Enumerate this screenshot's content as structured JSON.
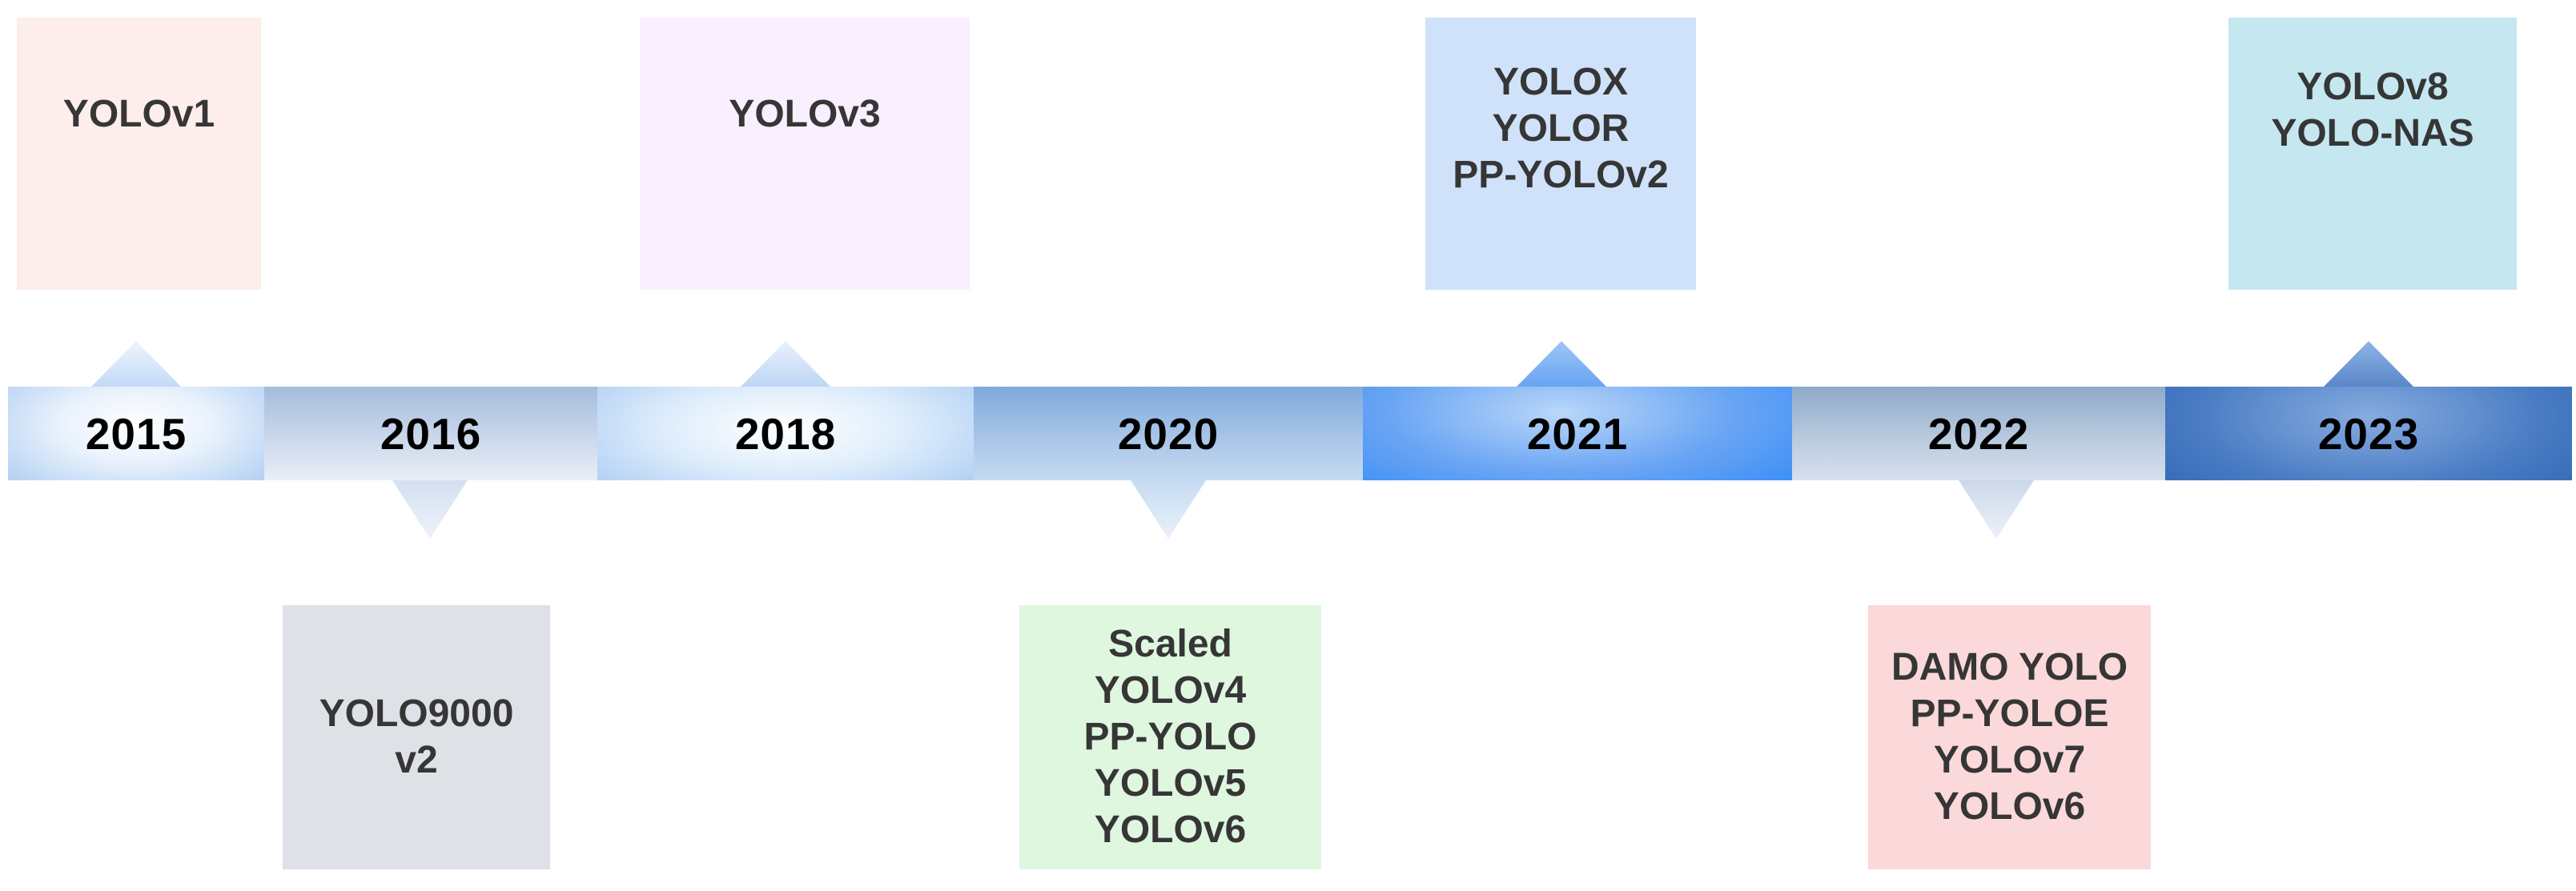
{
  "diagram": {
    "description_colors": {
      "background": "#ffffff",
      "box_text": "#363636",
      "year_text": "#000000"
    }
  },
  "timeline": {
    "years": [
      {
        "label": "2015",
        "arrow": "up",
        "bar_colors": {
          "glow": "#ffffff",
          "edge": "#9fc4ef"
        },
        "box": {
          "color": "#fdeeeb",
          "lines": [
            "YOLOv1"
          ]
        }
      },
      {
        "label": "2016",
        "arrow": "down",
        "bar_colors": {
          "top": "#a5bcdc",
          "bottom": "#e9eef7"
        },
        "box": {
          "color": "#dee1e6",
          "lines": [
            "YOLO9000",
            "v2"
          ]
        }
      },
      {
        "label": "2018",
        "arrow": "up",
        "bar_colors": {
          "glow": "#ffffff",
          "edge": "#96bfef"
        },
        "box": {
          "color": "#faeffe",
          "lines": [
            "YOLOv3"
          ]
        }
      },
      {
        "label": "2020",
        "arrow": "down",
        "bar_colors": {
          "top": "#7fa9dc",
          "bottom": "#c4daf1"
        },
        "box": {
          "color": "#dff6df",
          "lines": [
            "Scaled",
            "YOLOv4",
            "PP-YOLO",
            "YOLOv5",
            "YOLOv6"
          ]
        }
      },
      {
        "label": "2021",
        "arrow": "up",
        "bar_colors": {
          "glow": "#bad7f8",
          "edge": "#2f88f6"
        },
        "box": {
          "color": "#cfe2fa",
          "lines": [
            "YOLOX",
            "YOLOR",
            "PP-YOLOv2"
          ]
        }
      },
      {
        "label": "2022",
        "arrow": "down",
        "bar_colors": {
          "top": "#8ea9c9",
          "bottom": "#d6e0ee"
        },
        "box": {
          "color": "#fbd8da",
          "lines": [
            "DAMO YOLO",
            "PP-YOLOE",
            "YOLOv7",
            "YOLOv6"
          ]
        }
      },
      {
        "label": "2023",
        "arrow": "up",
        "bar_colors": {
          "glow": "#86acdf",
          "edge": "#2e62b2"
        },
        "box": {
          "color": "#c5e7f0",
          "lines": [
            "YOLOv8",
            "YOLO-NAS"
          ]
        }
      }
    ]
  }
}
